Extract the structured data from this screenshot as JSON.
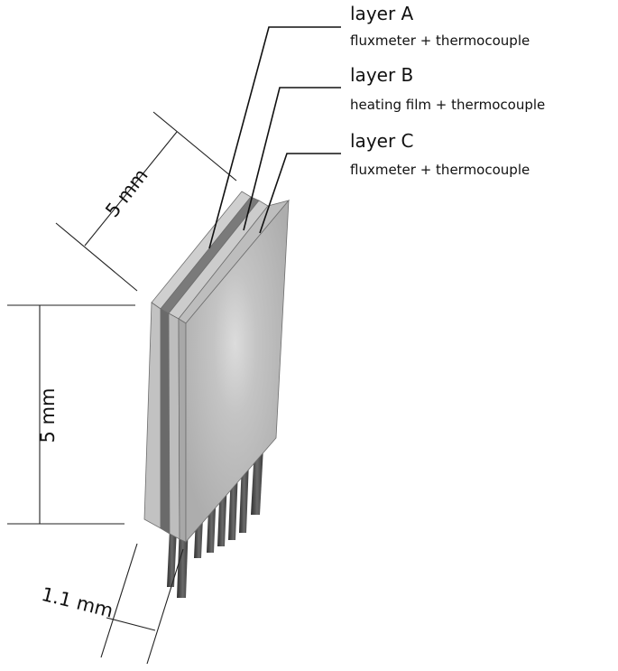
{
  "layers": [
    {
      "name": "layer A",
      "description": "fluxmeter + thermocouple"
    },
    {
      "name": "layer B",
      "description": "heating film + thermocouple"
    },
    {
      "name": "layer C",
      "description": "fluxmeter + thermocouple"
    }
  ],
  "dimensions": {
    "width": "5 mm",
    "height": "5 mm",
    "thickness": "1.1 mm"
  },
  "colors": {
    "face": "#b4b4b4",
    "face_highlight": "#dcdcdc",
    "side_light": "#c2c2c2",
    "side_dark": "#6a6a6a",
    "top_light": "#cfcfcf",
    "top_dark": "#808080",
    "pins": "#4a4a4a",
    "lines": "#111111"
  }
}
